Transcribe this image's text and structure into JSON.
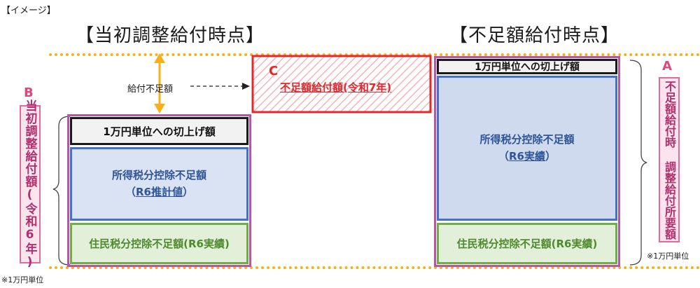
{
  "image_label": "【イメージ】",
  "left": {
    "heading": "【当初調整給付時点】",
    "letter": "B",
    "vertical_label": "当初調整給付額(令和6年)",
    "kiriage_label": "1万円単位への切上げ額",
    "shotoku_line1": "所得税分控除不足額",
    "shotoku_open": "（",
    "shotoku_underlined": "R6推計値",
    "shotoku_close": "）",
    "jumin_label": "住民税分控除不足額(R6実績)",
    "footnote": "※1万円単位"
  },
  "middle": {
    "gap_label": "給付不足額",
    "letter": "C",
    "box_label": "不足額給付額(令和7年)"
  },
  "right": {
    "heading": "【不足額給付時点】",
    "letter": "A",
    "vertical_label": "不足額給付時 調整給付所要額",
    "kiriage_label": "1万円単位への切上げ額",
    "shotoku_line1": "所得税分控除不足額",
    "shotoku_open": "（",
    "shotoku_underlined": "R6実績",
    "shotoku_close": "）",
    "jumin_label": "住民税分控除不足額(R6実績)",
    "footnote": "※1万円単位"
  },
  "colors": {
    "accent_orange": "#f5b01c",
    "frame_purple": "#b457a8",
    "shortfall_red": "#e0282d",
    "label_pink": "#e0477e",
    "shotoku_blue": "#4472c4",
    "jumin_green": "#70ad47"
  }
}
